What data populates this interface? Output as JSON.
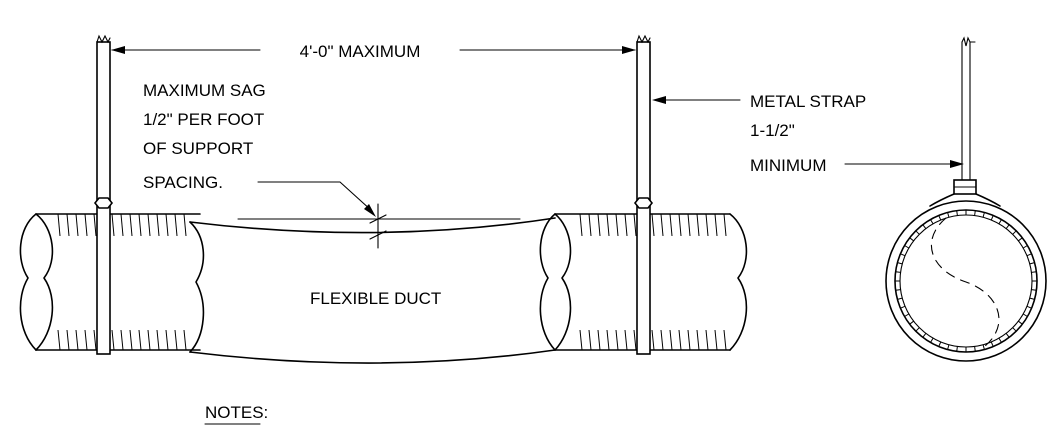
{
  "labels": {
    "dimension": "4'-0\" MAXIMUM",
    "sag_lines": [
      "MAXIMUM SAG",
      "1/2\" PER FOOT",
      "OF SUPPORT",
      "SPACING."
    ],
    "duct": "FLEXIBLE DUCT",
    "strap_lines": [
      "METAL STRAP",
      "1-1/2\"",
      "MINIMUM"
    ],
    "notes": "NOTES:"
  }
}
